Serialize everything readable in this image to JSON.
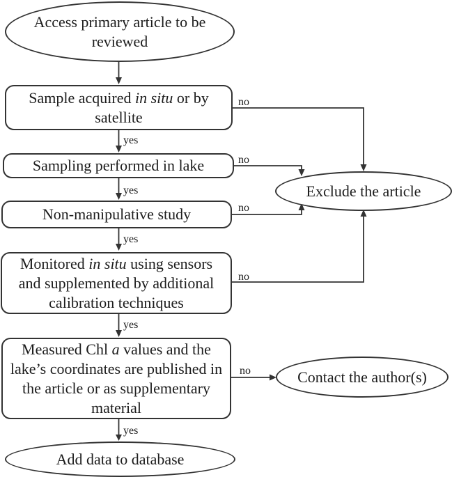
{
  "colors": {
    "background": "#ffffff",
    "node_fill": "#ffffff",
    "line": "#333333",
    "text": "#1c1c1c"
  },
  "nodes": {
    "start": {
      "shape": "ellipse",
      "line1": "Access primary article to be",
      "line2": "reviewed"
    },
    "step1": {
      "shape": "box",
      "line1_pre": "Sample acquired ",
      "line1_italic": "in situ",
      "line1_post": " or by",
      "line2": "satellite"
    },
    "step2": {
      "shape": "box",
      "text": "Sampling performed in lake"
    },
    "step3": {
      "shape": "box",
      "text": "Non-manipulative study"
    },
    "step4": {
      "shape": "box",
      "line1_pre": "Monitored ",
      "line1_italic": "in situ",
      "line1_post": " using sensors",
      "line2": "and supplemented by additional",
      "line3": "calibration techniques"
    },
    "step5": {
      "shape": "box",
      "line1_pre": "Measured Chl ",
      "line1_italic": "a",
      "line1_post": " values and the",
      "line2": "lake’s coordinates are published in",
      "line3": "the article or as supplementary",
      "line4": "material"
    },
    "exclude": {
      "shape": "ellipse",
      "text": "Exclude the article"
    },
    "contact": {
      "shape": "ellipse",
      "text": "Contact the author(s)"
    },
    "end": {
      "shape": "ellipse",
      "text": "Add data to database"
    }
  },
  "edges": [
    {
      "from": "start",
      "to": "step1",
      "label": ""
    },
    {
      "from": "step1",
      "to": "step2",
      "label": "yes"
    },
    {
      "from": "step2",
      "to": "step3",
      "label": "yes"
    },
    {
      "from": "step3",
      "to": "step4",
      "label": "yes"
    },
    {
      "from": "step4",
      "to": "step5",
      "label": "yes"
    },
    {
      "from": "step5",
      "to": "end",
      "label": "yes"
    },
    {
      "from": "step1",
      "to": "exclude",
      "label": "no"
    },
    {
      "from": "step2",
      "to": "exclude",
      "label": "no"
    },
    {
      "from": "step3",
      "to": "exclude",
      "label": "no"
    },
    {
      "from": "step4",
      "to": "exclude",
      "label": "no"
    },
    {
      "from": "step5",
      "to": "contact",
      "label": "no"
    }
  ]
}
